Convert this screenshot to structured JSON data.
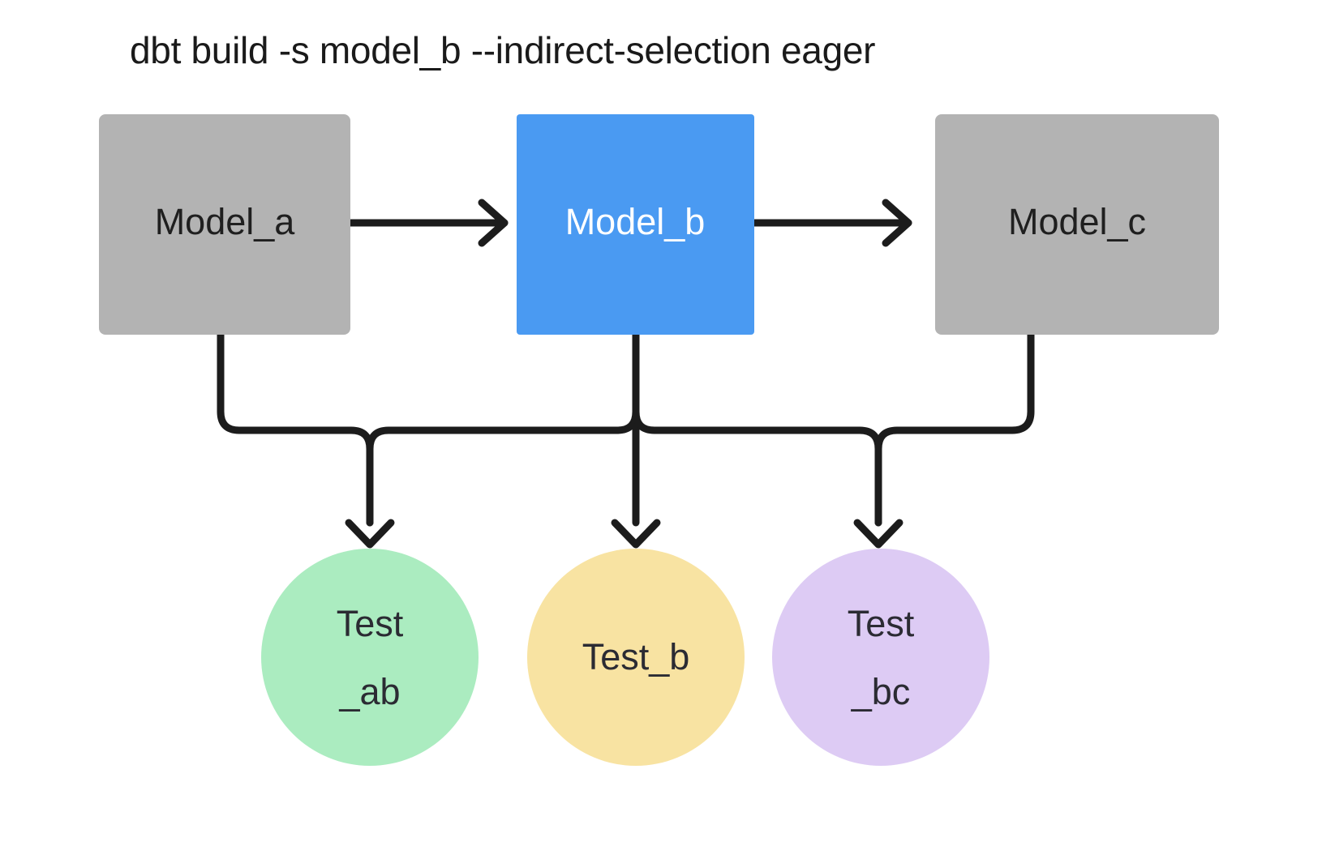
{
  "diagram": {
    "title": "dbt build -s model_b --indirect-selection eager",
    "background_color": "#ffffff",
    "edge_color": "#1c1c1c",
    "models": [
      {
        "id": "model_a",
        "label": "Model_a",
        "shape": "rectangle",
        "fill": "#b3b3b3",
        "text_color": "#1f1f1f",
        "selected": false
      },
      {
        "id": "model_b",
        "label": "Model_b",
        "shape": "rectangle",
        "fill": "#4a9af2",
        "text_color": "#ffffff",
        "selected": true
      },
      {
        "id": "model_c",
        "label": "Model_c",
        "shape": "rectangle",
        "fill": "#b3b3b3",
        "text_color": "#1f1f1f",
        "selected": false
      }
    ],
    "tests": [
      {
        "id": "test_ab",
        "label_line1": "Test",
        "label_line2": "_ab",
        "shape": "circle",
        "fill": "#abecc0",
        "text_color": "#2b2b33"
      },
      {
        "id": "test_b",
        "label_line1": "Test_b",
        "label_line2": "",
        "shape": "circle",
        "fill": "#f8e3a2",
        "text_color": "#2b2b33"
      },
      {
        "id": "test_bc",
        "label_line1": "Test",
        "label_line2": "_bc",
        "shape": "circle",
        "fill": "#ddcbf4",
        "text_color": "#2b2b33"
      }
    ],
    "edges": [
      {
        "id": "a-to-b",
        "from": "model_a",
        "to": "model_b",
        "kind": "arrow-right"
      },
      {
        "id": "b-to-c",
        "from": "model_b",
        "to": "model_c",
        "kind": "arrow-right"
      },
      {
        "id": "a-to-test_ab",
        "from": "model_a",
        "to": "test_ab",
        "kind": "elbow-down"
      },
      {
        "id": "b-to-test_ab",
        "from": "model_b",
        "to": "test_ab",
        "kind": "elbow-down"
      },
      {
        "id": "b-to-test_b",
        "from": "model_b",
        "to": "test_b",
        "kind": "straight-down"
      },
      {
        "id": "b-to-test_bc",
        "from": "model_b",
        "to": "test_bc",
        "kind": "elbow-down"
      },
      {
        "id": "c-to-test_bc",
        "from": "model_c",
        "to": "test_bc",
        "kind": "elbow-down"
      }
    ]
  }
}
